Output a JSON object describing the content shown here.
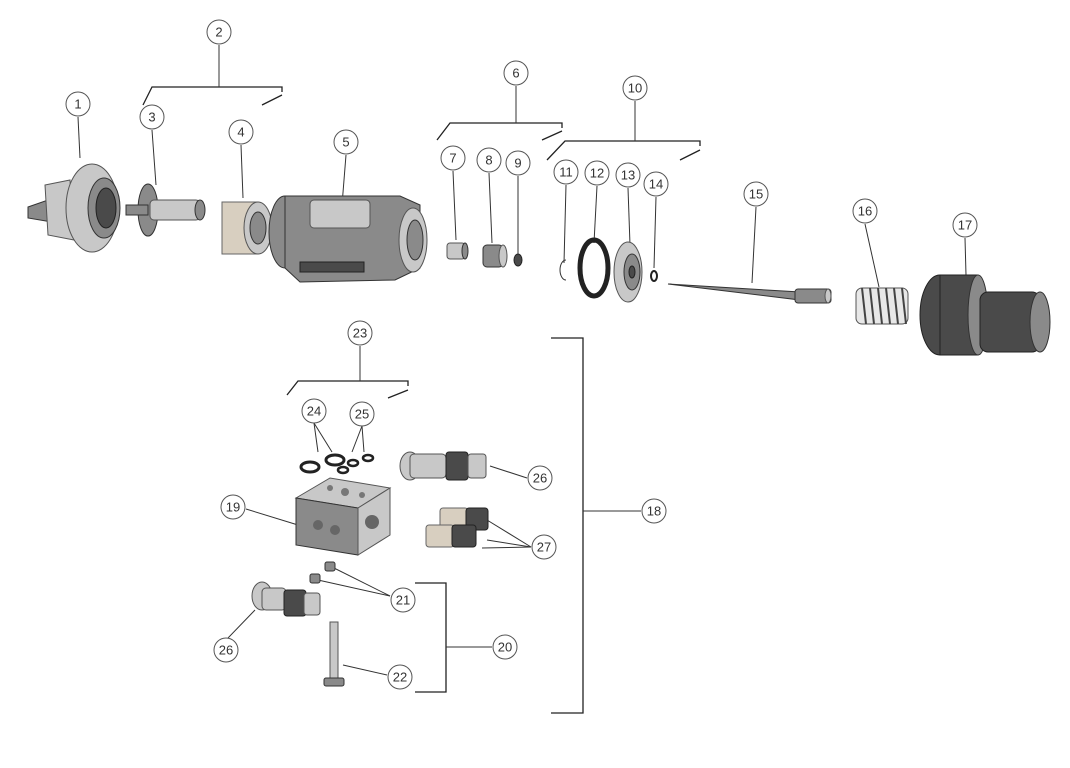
{
  "callouts": [
    "1",
    "2",
    "3",
    "4",
    "5",
    "6",
    "7",
    "8",
    "9",
    "10",
    "11",
    "12",
    "13",
    "14",
    "15",
    "16",
    "17",
    "18",
    "19",
    "20",
    "21",
    "22",
    "23",
    "24",
    "25",
    "26",
    "26",
    "27"
  ],
  "colors": {
    "line": "#333333",
    "dark_part": "#4a4a4a",
    "metal": "#c8c8c8"
  }
}
